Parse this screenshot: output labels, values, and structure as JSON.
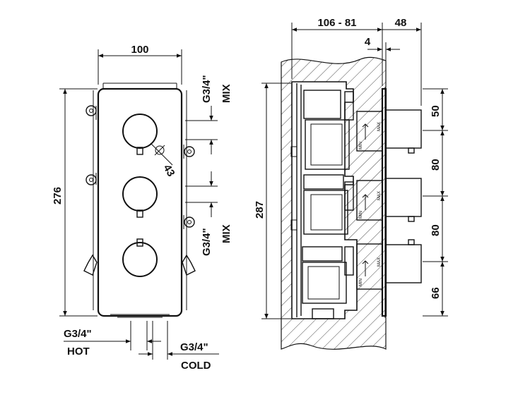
{
  "front_view": {
    "width_dim": "100",
    "height_dim": "276",
    "diameter_dim": "43",
    "outlet_top": {
      "size": "G3/4\"",
      "label": "MIX"
    },
    "outlet_bottom": {
      "size": "G3/4\"",
      "label": "MIX"
    },
    "inlet_hot": {
      "size": "G3/4\"",
      "label": "HOT"
    },
    "inlet_cold": {
      "size": "G3/4\"",
      "label": "COLD"
    }
  },
  "side_view": {
    "depth_dim": "106 - 81",
    "trim_dim": "48",
    "plate_dim": "4",
    "height_dim": "287",
    "spacing_dims": [
      "50",
      "80",
      "80",
      "66"
    ],
    "cartridge_text": [
      "MIN",
      "MAX",
      "MIN",
      "MAX",
      "MIN",
      "MAX"
    ]
  }
}
